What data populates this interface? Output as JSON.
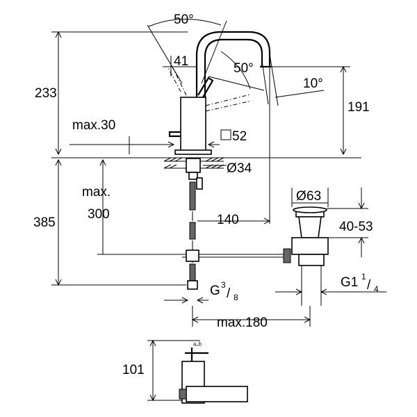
{
  "dimensions": {
    "angle_top": "50°",
    "angle_handle": "50°",
    "angle_spout": "10°",
    "spout_reach": "41",
    "total_height": "233",
    "spout_height": "191",
    "max_thickness": "max.30",
    "square_size": "52",
    "hole_diameter": "34",
    "max_length_label_1": "max.",
    "max_length_label_2": "300",
    "lower_height": "385",
    "spout_projection": "140",
    "waste_diameter": "63",
    "waste_range": "40-53",
    "connection_g": "G",
    "connection_g_num": "3",
    "connection_g_den": "8",
    "waste_thread": "G1",
    "waste_thread_num": "1",
    "waste_thread_den": "4",
    "max_depth": "max.180",
    "side_height": "101",
    "small_label": "ᵃ‐ᵇ"
  }
}
